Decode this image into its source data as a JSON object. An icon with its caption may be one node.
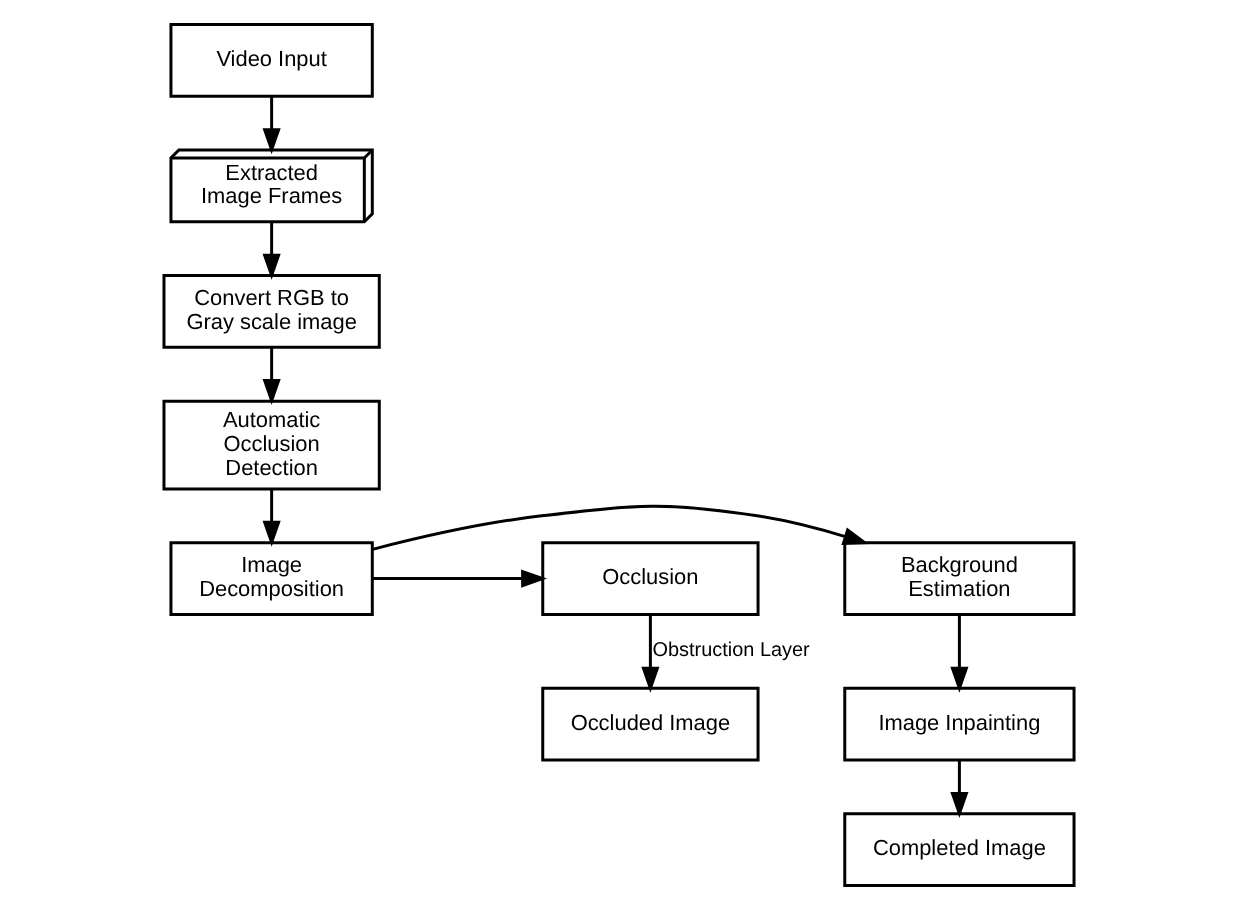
{
  "diagram": {
    "nodes": [
      {
        "text": [
          "Video Input"
        ]
      },
      {
        "text": [
          "Extracted Image Frames"
        ]
      },
      {
        "text": [
          "Convert RGB to Gray scale image"
        ]
      },
      {
        "text": [
          "Automatic Occlusion Detection"
        ]
      },
      {
        "text": [
          "Image Decomposition"
        ]
      },
      {
        "text": [
          "Background Estimation"
        ]
      },
      {
        "text": [
          "Occlusion"
        ]
      },
      {
        "text": [
          "Image Inpainting"
        ]
      },
      {
        "text": [
          "Occluded Image"
        ]
      },
      {
        "text": [
          "Completed Image"
        ]
      }
    ],
    "edges": [
      {
        "from": 0,
        "to": 1,
        "arrow": "to"
      },
      {
        "from": 1,
        "to": 2,
        "arrow": "to"
      },
      {
        "from": 2,
        "to": 3,
        "arrow": "to"
      },
      {
        "from": 3,
        "to": 4,
        "arrow": "to"
      },
      {
        "from": 4,
        "to": 5,
        "arrow": "to"
      },
      {
        "from": 4,
        "to": 6,
        "arrow": "to"
      },
      {
        "from": 5,
        "to": 7,
        "arrow": "to"
      },
      {
        "from": 6,
        "to": 8,
        "arrow": "to",
        "label": "Obstruction Layer"
      },
      {
        "from": 7,
        "to": 9,
        "arrow": "to"
      }
    ]
  }
}
